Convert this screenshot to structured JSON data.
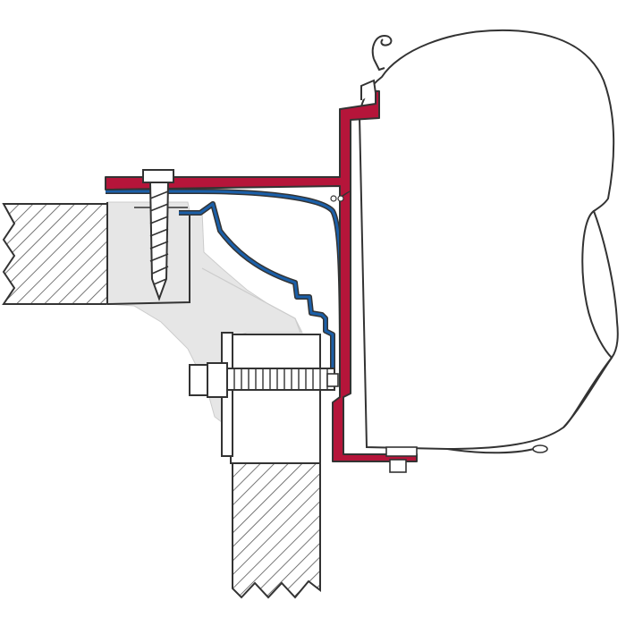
{
  "diagram": {
    "subject": "awning-mounting-bracket-cross-section",
    "components": [
      {
        "id": "awning-cassette",
        "color": "#ffffff"
      },
      {
        "id": "mounting-bracket",
        "color": "#b5153a"
      },
      {
        "id": "adapter-profile",
        "color": "#1b5fa8"
      },
      {
        "id": "roof-panel",
        "color": "#ffffff"
      },
      {
        "id": "wall-panel",
        "color": "#ffffff"
      },
      {
        "id": "wood-screw",
        "color": "#d8d8d8"
      },
      {
        "id": "bolt-nut",
        "color": "#d8d8d8"
      },
      {
        "id": "support-casting",
        "color": "#e4e4e4"
      }
    ],
    "colors": {
      "outline": "#333333",
      "bracket": "#b5153a",
      "profile": "#1b5fa8",
      "metal_grey": "#d9d9d9",
      "light_grey": "#e6e6e6",
      "hatch": "#555555"
    }
  }
}
